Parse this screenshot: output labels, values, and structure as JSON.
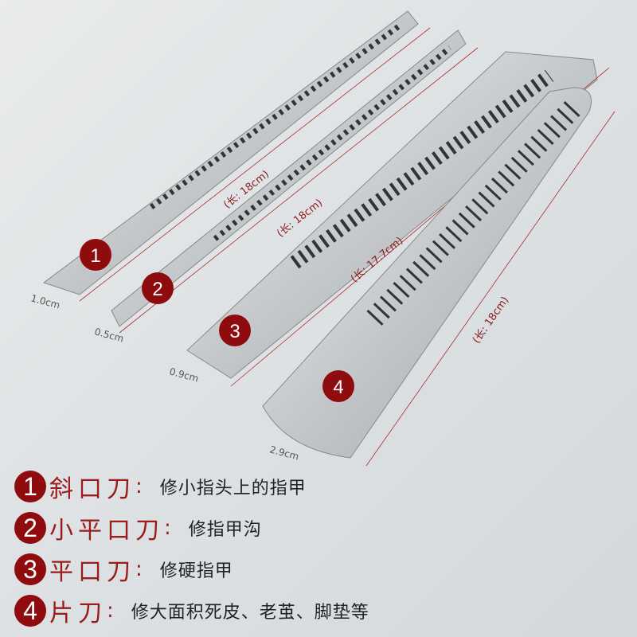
{
  "blades": [
    {
      "number": "1",
      "length_label": "(长: 18cm)",
      "width_label": "1.0cm"
    },
    {
      "number": "2",
      "length_label": "(长: 18cm)",
      "width_label": "0.5cm"
    },
    {
      "number": "3",
      "length_label": "(长: 17.7cm)",
      "width_label": "0.9cm"
    },
    {
      "number": "4",
      "length_label": "(长: 18cm)",
      "width_label": "2.9cm"
    }
  ],
  "legend": [
    {
      "number": "1",
      "name": "斜口刀",
      "colon": ":",
      "description": "修小指头上的指甲"
    },
    {
      "number": "2",
      "name": "小平口刀",
      "colon": ":",
      "description": "修指甲沟"
    },
    {
      "number": "3",
      "name": "平口刀",
      "colon": ":",
      "description": "修硬指甲"
    },
    {
      "number": "4",
      "name": "片刀",
      "colon": ":",
      "description": "修大面积死皮、老茧、脚垫等"
    }
  ],
  "colors": {
    "accent": "#8e0c0e",
    "steel": "#c9ccce"
  }
}
